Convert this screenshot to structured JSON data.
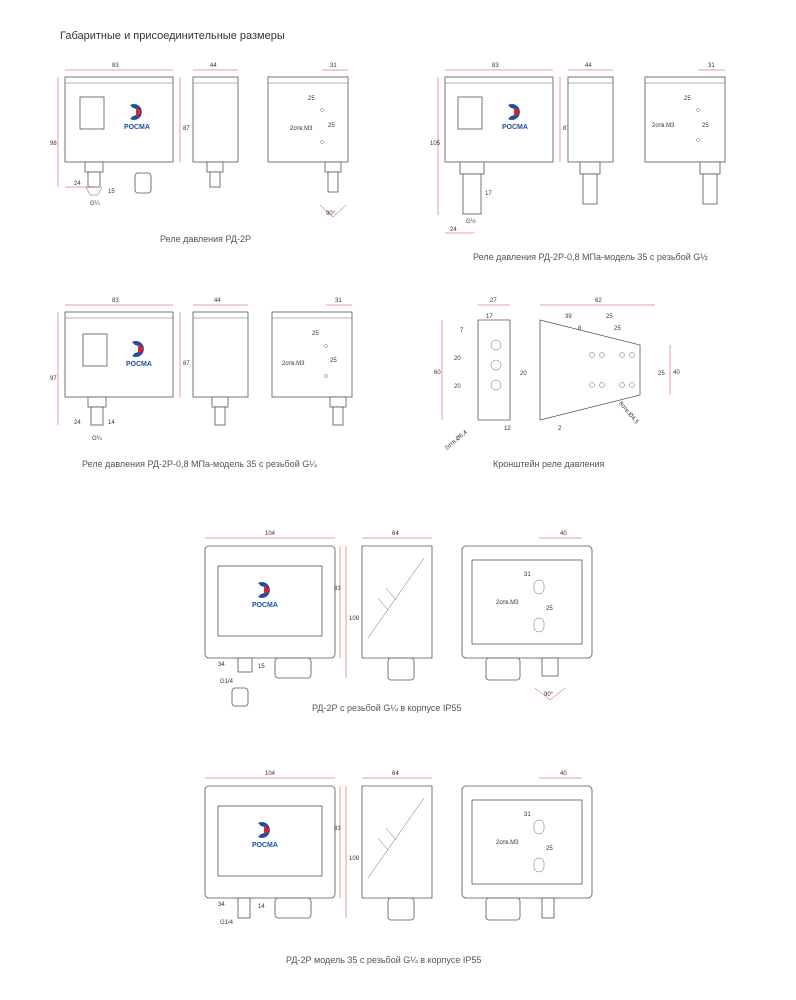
{
  "heading": "Габаритные и присоединительные размеры",
  "brand": "РОСМА",
  "captions": {
    "rd2p": "Реле давления РД-2Р",
    "rd2p_g12": "Реле давления РД-2Р-0,8 МПа-модель 35 с резьбой G½",
    "rd2p_g14": "Реле давления РД-2Р-0,8 МПа-модель 35 с резьбой G¼",
    "bracket": "Кронштейн реле давления",
    "ip55": "РД-2Р с резьбой G¼ в корпусе IP55",
    "ip55_35": "РД-2Р модель 35 с резьбой G¼ в корпусе IP55"
  },
  "dims": {
    "w83": "83",
    "w44": "44",
    "w31": "31",
    "d25": "25",
    "holes": "2отв.M3",
    "h98": "98",
    "h87": "87",
    "w24": "24",
    "h15": "15",
    "g14": "G¼",
    "ang": "90°",
    "h105": "105",
    "h17": "17",
    "g12": "G½",
    "h97": "97",
    "h14": "14",
    "b27": "27",
    "b17": "17",
    "b7": "7",
    "b20": "20",
    "b60": "60",
    "b12": "12",
    "b64": "2отв.Ø6,4",
    "b62": "62",
    "b39": "39",
    "b8": "8",
    "b40": "40",
    "b45": "8отв.Ø4,5",
    "b2": "2",
    "w104": "104",
    "w64": "64",
    "w40": "40",
    "h83": "83",
    "h109": "109",
    "w34": "34",
    "g14b": "G1/4",
    "d31": "31"
  }
}
